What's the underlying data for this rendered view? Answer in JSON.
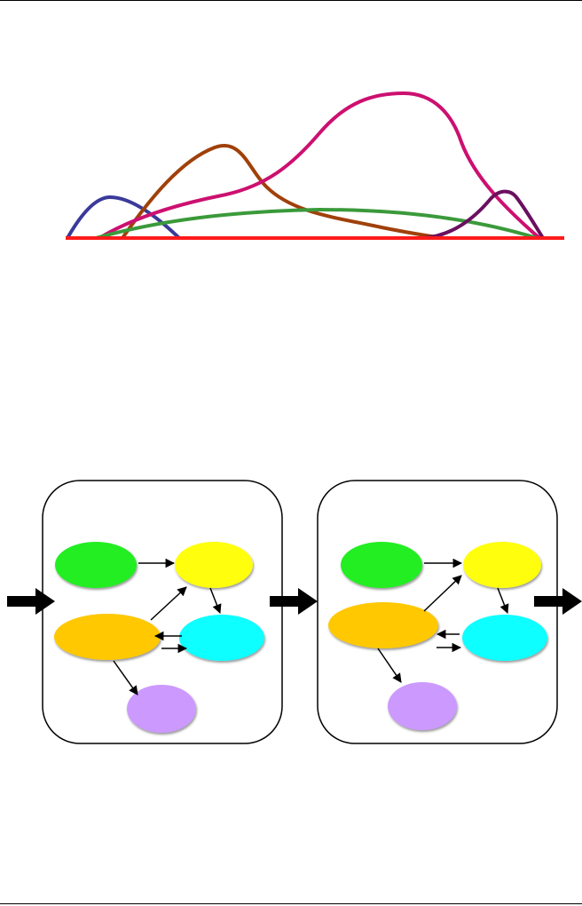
{
  "colors": {
    "baseline": "#ff1a1a",
    "curve_blue": "#3a3a9a",
    "curve_brown": "#a0400a",
    "curve_magenta": "#cc1070",
    "curve_green": "#3a9a3a",
    "curve_purple": "#6a1060",
    "node_green": "#22ee22",
    "node_yellow": "#ffff11",
    "node_orange": "#ffc800",
    "node_cyan": "#11ffff",
    "node_lavender": "#cc99ff",
    "arrow": "#000000"
  },
  "diagram": {
    "panels": [
      {
        "id": "panel-1",
        "nodes": [
          "green",
          "yellow",
          "orange",
          "cyan",
          "lavender"
        ]
      },
      {
        "id": "panel-2",
        "nodes": [
          "green",
          "yellow",
          "orange",
          "cyan",
          "lavender"
        ]
      }
    ],
    "edges": [
      [
        "green",
        "yellow"
      ],
      [
        "orange",
        "yellow"
      ],
      [
        "yellow",
        "cyan"
      ],
      [
        "cyan",
        "orange"
      ],
      [
        "orange",
        "cyan"
      ],
      [
        "orange",
        "lavender"
      ]
    ],
    "flow_arrows": [
      "input",
      "between-panels",
      "output"
    ]
  }
}
